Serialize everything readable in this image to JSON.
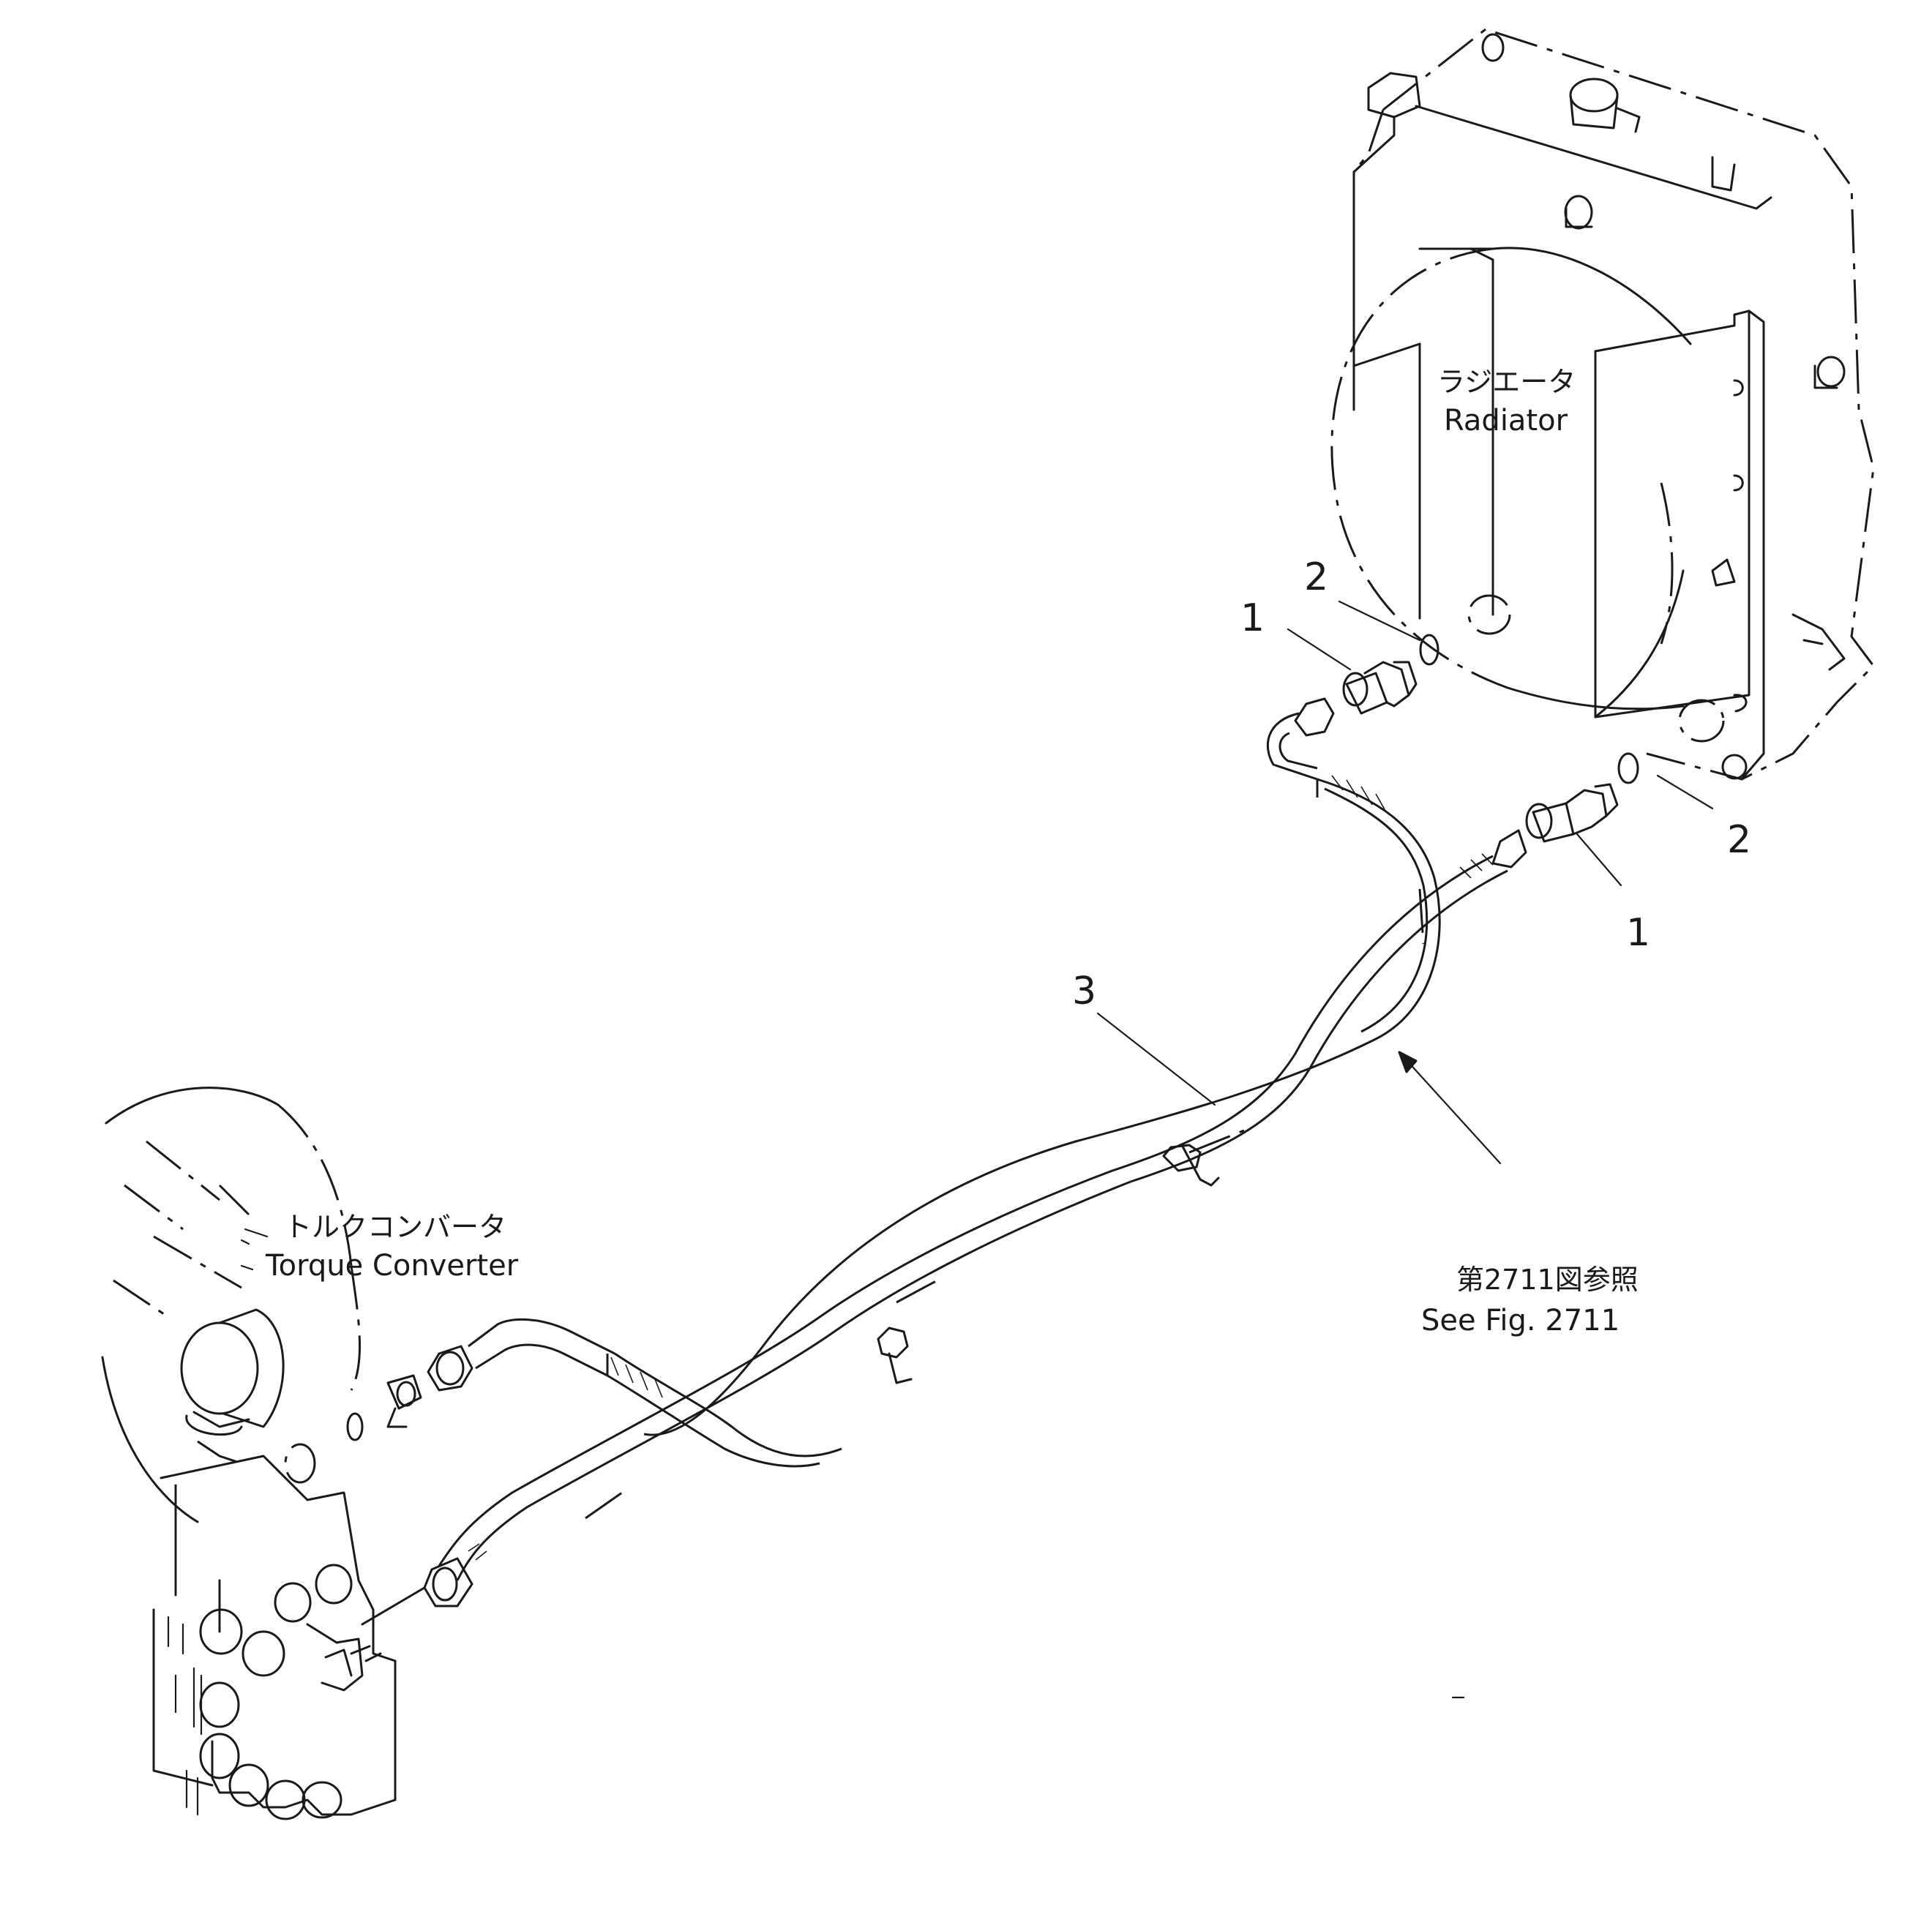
{
  "labels": {
    "radiator_jp": "ラジエータ",
    "radiator_en": "Radiator",
    "converter_jp": "トルクコンバータ",
    "converter_en": "Torque Converter",
    "ref_jp": "第2711図参照",
    "ref_en": "See Fig. 2711"
  },
  "callouts": {
    "c1_top": "1",
    "c2_top": "2",
    "c2_right": "2",
    "c1_right": "1",
    "c3": "3"
  }
}
